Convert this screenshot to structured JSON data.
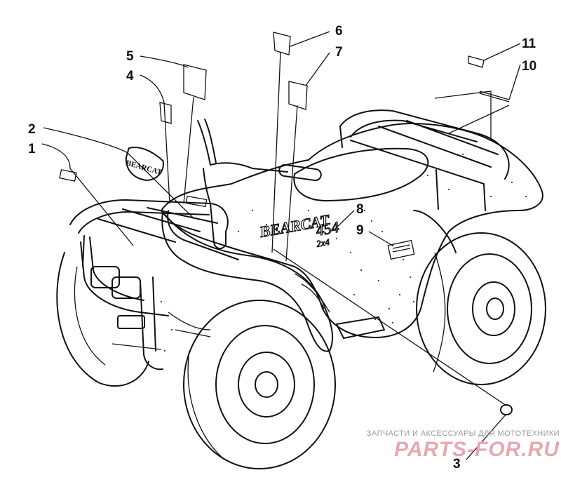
{
  "diagram": {
    "callouts": [
      {
        "id": "1",
        "label": "1"
      },
      {
        "id": "2",
        "label": "2"
      },
      {
        "id": "3",
        "label": "3"
      },
      {
        "id": "4",
        "label": "4"
      },
      {
        "id": "5",
        "label": "5"
      },
      {
        "id": "6",
        "label": "6"
      },
      {
        "id": "7",
        "label": "7"
      },
      {
        "id": "8",
        "label": "8"
      },
      {
        "id": "9",
        "label": "9"
      },
      {
        "id": "10",
        "label": "10"
      },
      {
        "id": "11",
        "label": "11"
      }
    ],
    "decals": {
      "brand_logo": "BEARCAT",
      "model_number": "454",
      "drive_type": "2x4"
    }
  },
  "watermark": {
    "caption": "ЗАПЧАСТИ И АКСЕССУАРЫ ДЛЯ МОТОТЕХНИКИ",
    "logo_text": "PARTS-FOR.RU",
    "logo_color": "#e8a8b0"
  }
}
